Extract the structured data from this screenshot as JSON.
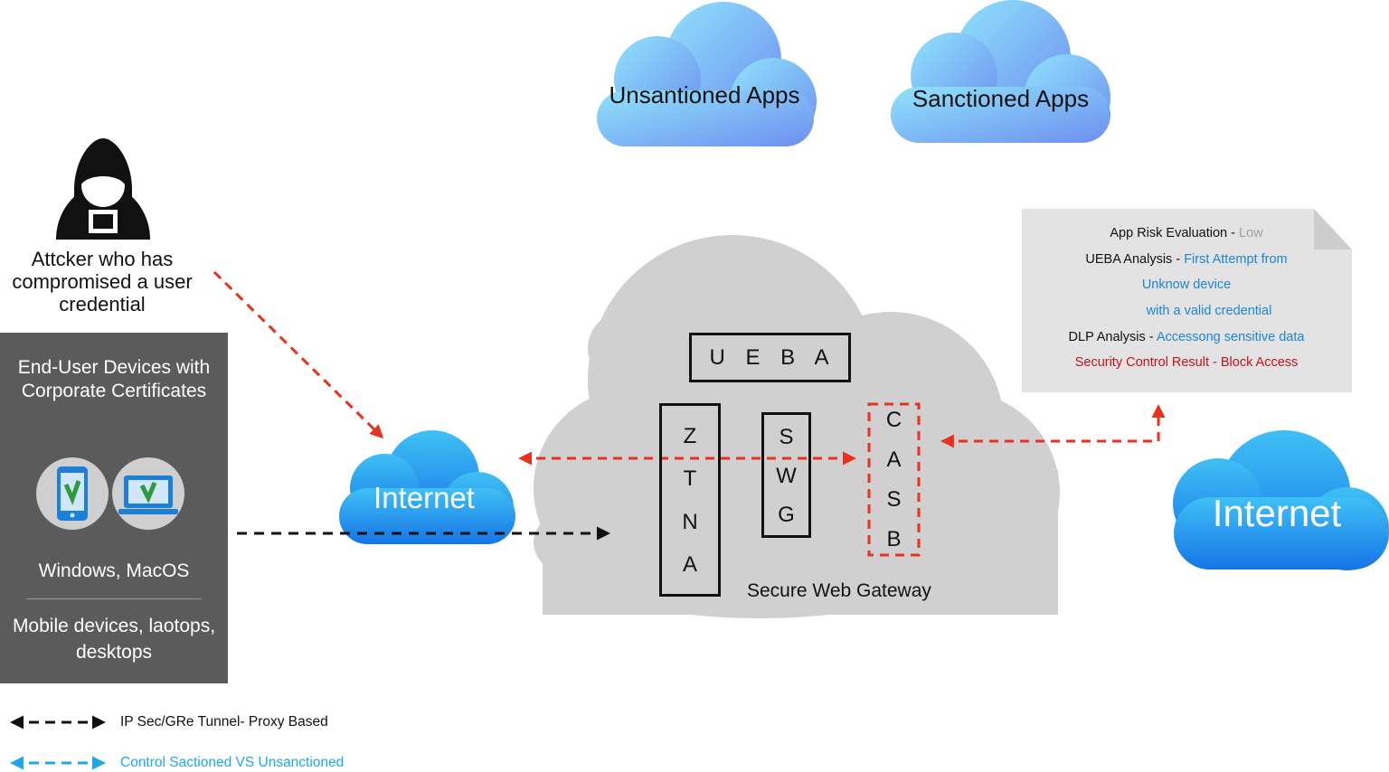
{
  "clouds": {
    "unsanctioned": "Unsantioned Apps",
    "sanctioned": "Sanctioned Apps",
    "internet_left": "Internet",
    "internet_right": "Internet",
    "gateway": "Secure Web Gateway"
  },
  "attacker": {
    "label": "Attcker who has compromised a user credential",
    "icon": "hooded-attacker-icon"
  },
  "devices_panel": {
    "title": "End-User Devices with Corporate Certificates",
    "os_label": "Windows, MacOS",
    "devices_label": "Mobile devices, laotops, desktops",
    "icons": [
      "mobile-phone-icon",
      "laptop-icon"
    ]
  },
  "gateway_modules": {
    "ueba": "U E B A",
    "ztna": [
      "Z",
      "T",
      "N",
      "A"
    ],
    "swg": [
      "S",
      "W",
      "G"
    ],
    "casb": [
      "C",
      "A",
      "S",
      "B"
    ]
  },
  "info_panel": {
    "lines": [
      {
        "label": "App Risk Evaluation - ",
        "value": "Low"
      },
      {
        "label": "UEBA Analysis - ",
        "value": "First Attempt from"
      },
      {
        "label": "",
        "value": "Unknow device"
      },
      {
        "label": "",
        "value": "with a valid credential"
      },
      {
        "label": "DLP Analysis - ",
        "value": "Accessong sensitive data"
      },
      {
        "label": "Security Control Result - ",
        "value": "Block Access"
      }
    ]
  },
  "legend": {
    "tunnel": "IP Sec/GRe Tunnel- Proxy Based",
    "control": "Control Sactioned VS Unsanctioned"
  },
  "colors": {
    "attack_arrow": "#e8321e",
    "tunnel_arrow": "#111111",
    "control_arrow": "#1fa8e8",
    "blue_text": "#1c86d6",
    "red_text": "#c4141a",
    "grey_text": "#a0a0a0",
    "panel_bg": "#5b5b5b"
  }
}
